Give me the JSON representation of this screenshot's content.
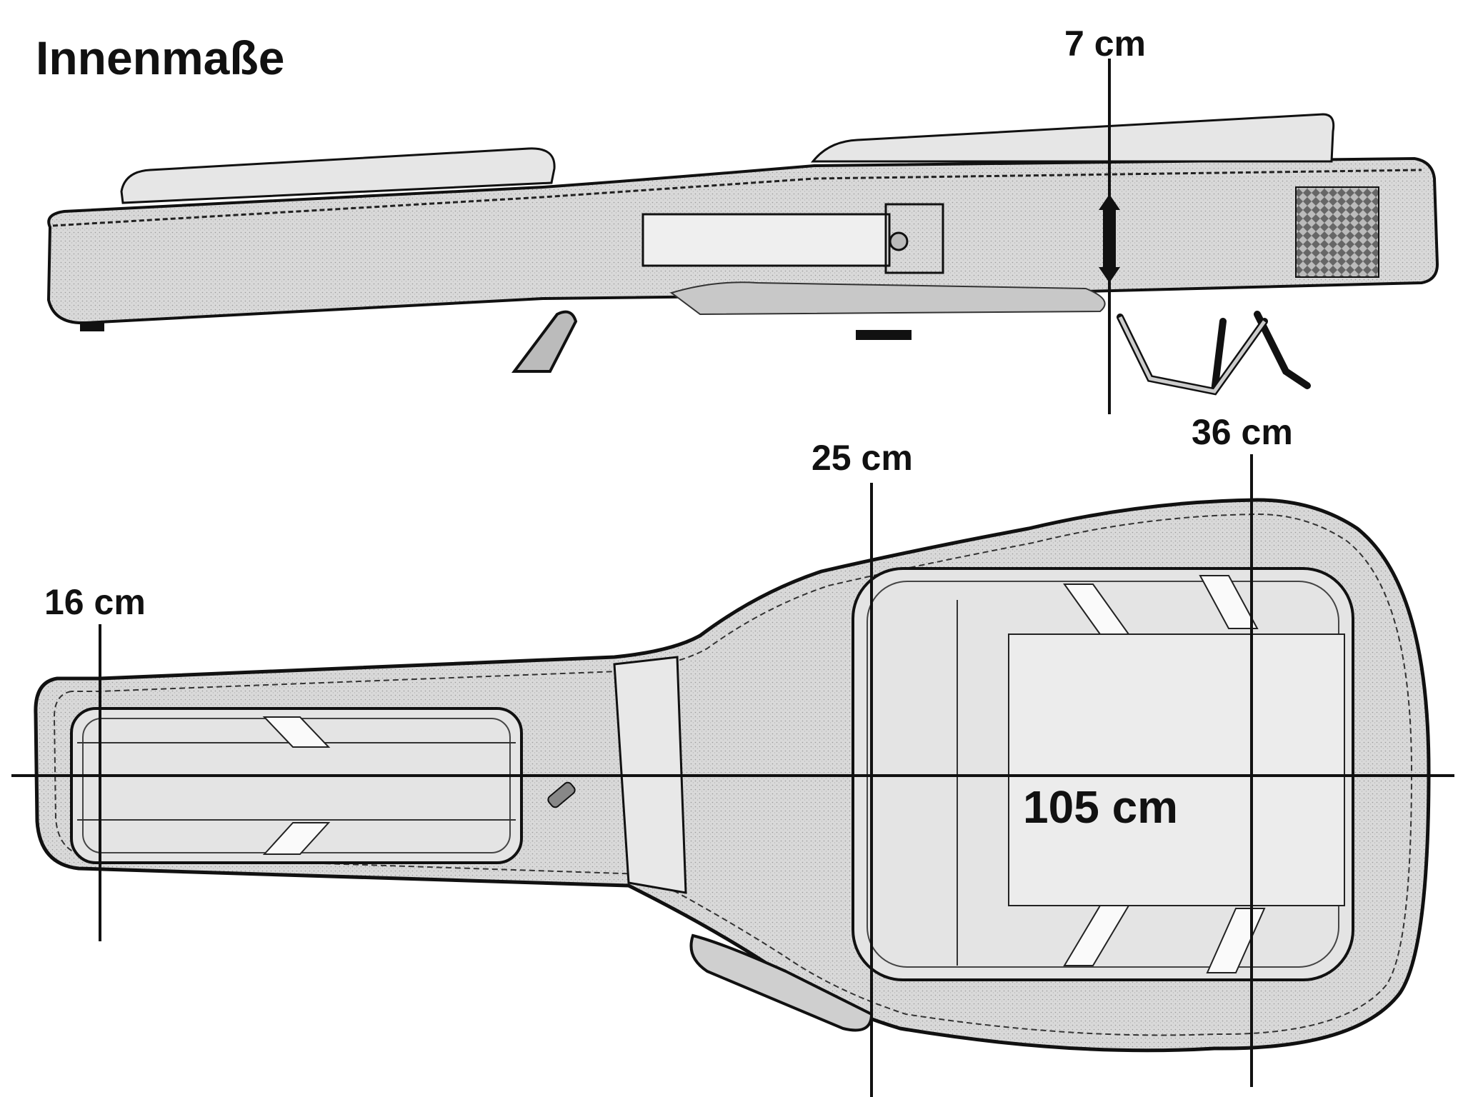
{
  "title": "Innenmaße",
  "measurements": {
    "depth": "7 cm",
    "lower_bout_width": "36 cm",
    "waist_width": "25 cm",
    "upper_bout_width": "16 cm",
    "length": "105 cm"
  },
  "colors": {
    "line": "#111111",
    "bag_fill": "#dcdcdc",
    "bag_panel": "#ececec",
    "background": "#ffffff"
  }
}
